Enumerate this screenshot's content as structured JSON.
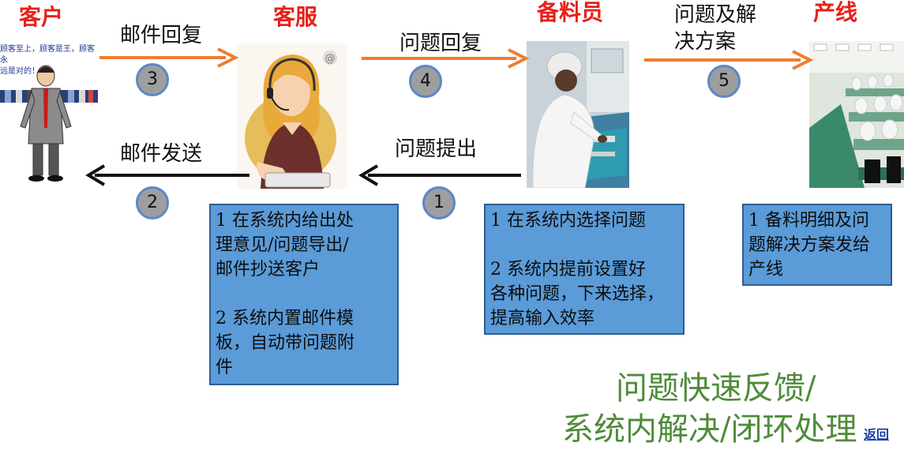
{
  "roles": {
    "customer": "客户",
    "service": "客服",
    "material": "备料员",
    "production": "产线"
  },
  "customer_banner": {
    "line1": "顾客至上，顾客是王，顾客永",
    "line2": "远是对的！"
  },
  "arrows": {
    "email_reply": "邮件回复",
    "email_send": "邮件发送",
    "question_reply": "问题回复",
    "question_raise": "问题提出",
    "solution_line1": "问题及解",
    "solution_line2": "决方案"
  },
  "steps": {
    "s1": "1",
    "s2": "2",
    "s3": "3",
    "s4": "4",
    "s5": "5"
  },
  "boxes": {
    "service": {
      "p1_l1": "1 在系统内给出处",
      "p1_l2": "理意见/问题导出/",
      "p1_l3": "邮件抄送客户",
      "p2_l1": "2 系统内置邮件模",
      "p2_l2": "板，自动带问题附",
      "p2_l3": "件"
    },
    "material": {
      "p1_l1": "1 在系统内选择问题",
      "p2_l1": "2 系统内提前设置好",
      "p2_l2": "各种问题，下来选择，",
      "p2_l3": "提高输入效率"
    },
    "production": {
      "l1": "1 备料明细及问",
      "l2": "题解决方案发给",
      "l3": "产线"
    }
  },
  "slogan": {
    "line1": "问题快速反馈/",
    "line2": "系统内解决/闭环处理"
  },
  "back_link": "返回",
  "colors": {
    "role_title": "#e8201a",
    "arrow_orange": "#ee7d31",
    "arrow_black": "#111111",
    "box_fill": "#5a9bd8",
    "circle_fill": "#9e9e9e",
    "slogan": "#4f8b3a"
  }
}
